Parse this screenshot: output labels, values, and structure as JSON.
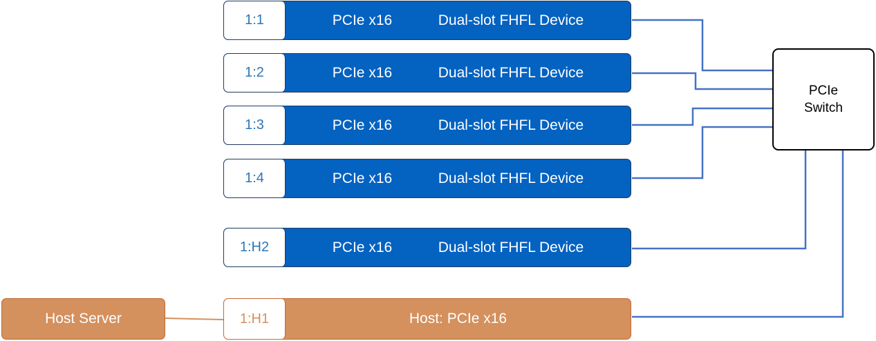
{
  "slots": [
    {
      "id": "1:1",
      "bus": "PCIe x16",
      "device": "Dual-slot FHFL Device"
    },
    {
      "id": "1:2",
      "bus": "PCIe x16",
      "device": "Dual-slot FHFL Device"
    },
    {
      "id": "1:3",
      "bus": "PCIe x16",
      "device": "Dual-slot FHFL Device"
    },
    {
      "id": "1:4",
      "bus": "PCIe x16",
      "device": "Dual-slot FHFL Device"
    },
    {
      "id": "1:H2",
      "bus": "PCIe x16",
      "device": "Dual-slot FHFL Device"
    }
  ],
  "host_slot": {
    "id": "1:H1",
    "label": "Host: PCIe x16"
  },
  "host_server": {
    "label": "Host Server"
  },
  "switch": {
    "line1": "PCIe",
    "line2": "Switch"
  },
  "colors": {
    "device_slot": "#0462c1",
    "host": "#d4905d",
    "connector_line": "#4472c4",
    "host_line": "#d4905d"
  }
}
